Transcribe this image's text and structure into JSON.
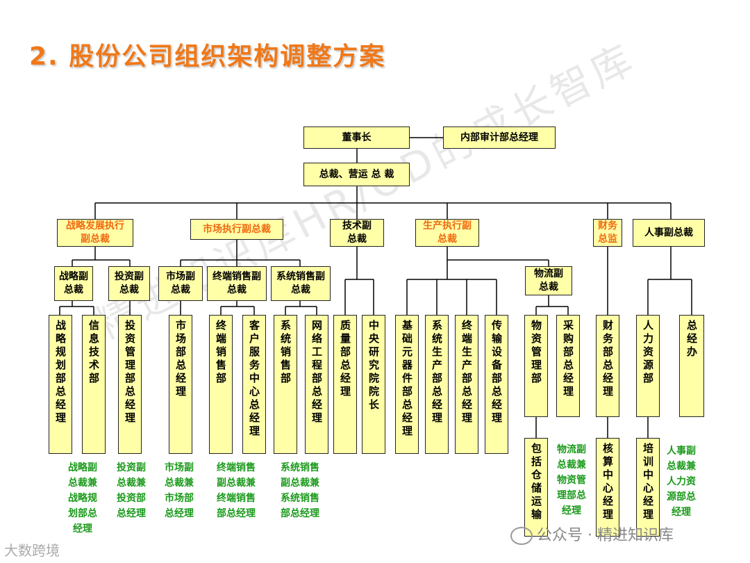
{
  "title": "2. 股份公司组织架构调整方案",
  "watermark": "精进知识库HR/OD的成长智库",
  "footer_text": "公众号 · 精进知识库",
  "logo_text": "大数跨境",
  "top": {
    "board": "董事长",
    "audit": "内部审计部总经理",
    "ceo": "总裁、营运 总 裁"
  },
  "vps": {
    "strategy": "战略发展执行副总裁",
    "market": "市场执行副总裁",
    "tech": "技术副总裁",
    "production": "生产执行副总裁",
    "finance": "财务总监",
    "hr": "人事副总裁"
  },
  "level3": {
    "strategy_vp": "战略副总裁",
    "invest_vp": "投资副总裁",
    "market_vp": "市场副总裁",
    "terminal_vp": "终端销售副总裁",
    "system_vp": "系统销售副总裁",
    "logistics_vp": "物流副总裁"
  },
  "depts": {
    "d1": "战略规划部总经理",
    "d2": "信息技术部",
    "d3": "投资管理部总经理",
    "d4": "市场部总经理",
    "d5": "终端销售部",
    "d6": "客户服务中心总经理",
    "d7": "系统销售部",
    "d8": "网络工程部总经理",
    "d9": "质量部总经理",
    "d10": "中央研究院院长",
    "d11": "基础元器件部总经理",
    "d12": "系统生产部总经理",
    "d13": "终端生产部总经理",
    "d14": "传输设备部总经理",
    "d15": "物资管理部",
    "d16": "采购部总经理",
    "d17": "财务部总经理",
    "d18": "人力资源部",
    "d19": "总经办",
    "d20": "包括仓储运输",
    "d21": "核算中心经理",
    "d22": "培训中心经理"
  },
  "notes": {
    "n1": [
      "战略副",
      "总裁兼",
      "战略规",
      "划部总",
      "经理"
    ],
    "n2": [
      "投资副",
      "总裁兼",
      "投资部",
      "总经理"
    ],
    "n3": [
      "市场副",
      "总裁兼",
      "市场部",
      "总经理"
    ],
    "n4": [
      "终端销售",
      "副总裁兼",
      "终端销售",
      "部总经理"
    ],
    "n5": [
      "系统销售",
      "副总裁兼",
      "系统销售",
      "部总经理"
    ],
    "n6": [
      "物流副",
      "总裁兼",
      "物资管",
      "理部总",
      "经理"
    ],
    "n7": [
      "人事副",
      "总裁兼",
      "人力资",
      "源部总",
      "经理"
    ]
  }
}
